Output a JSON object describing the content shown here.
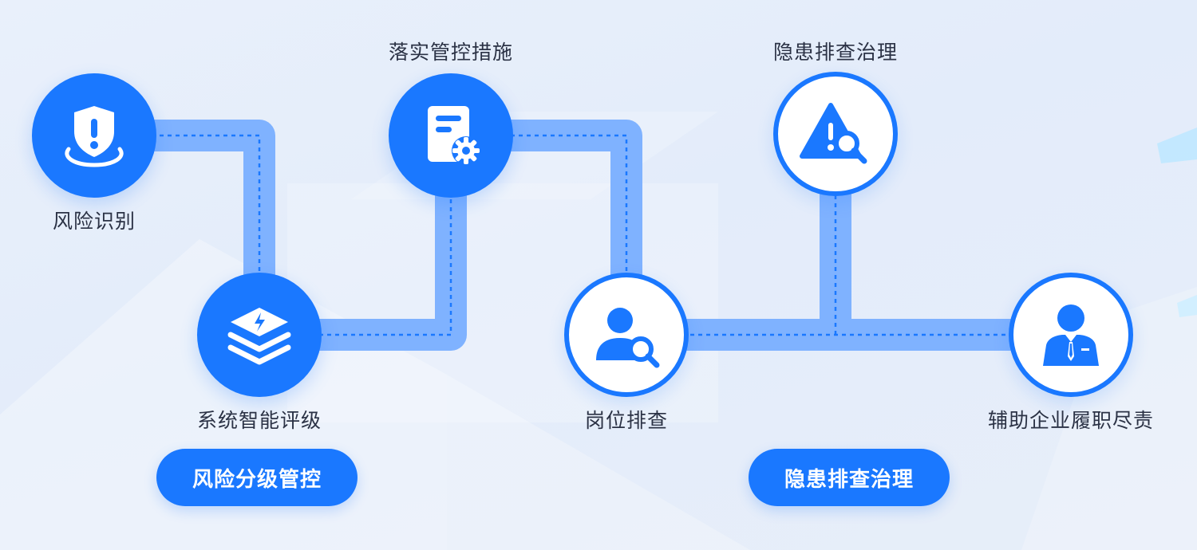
{
  "nodes": [
    {
      "id": "risk-identify",
      "label": "风险识别",
      "style": "filled",
      "icon": "shield-alert-icon"
    },
    {
      "id": "system-grading",
      "label": "系统智能评级",
      "style": "filled",
      "icon": "layers-bolt-icon"
    },
    {
      "id": "control-measures",
      "label": "落实管控措施",
      "style": "filled",
      "icon": "document-gear-icon"
    },
    {
      "id": "post-check",
      "label": "岗位排查",
      "style": "outlined",
      "icon": "user-search-icon"
    },
    {
      "id": "hazard-governance",
      "label": "隐患排查治理",
      "style": "outlined",
      "icon": "warning-search-icon"
    },
    {
      "id": "assist-duty",
      "label": "辅助企业履职尽责",
      "style": "outlined",
      "icon": "businessman-icon"
    }
  ],
  "pills": {
    "risk_control": "风险分级管控",
    "hazard_governance": "隐患排查治理"
  },
  "colors": {
    "primary": "#1a78ff",
    "connector": "#7fb2ff",
    "background": "#e6eefa",
    "text": "#2b3245"
  }
}
